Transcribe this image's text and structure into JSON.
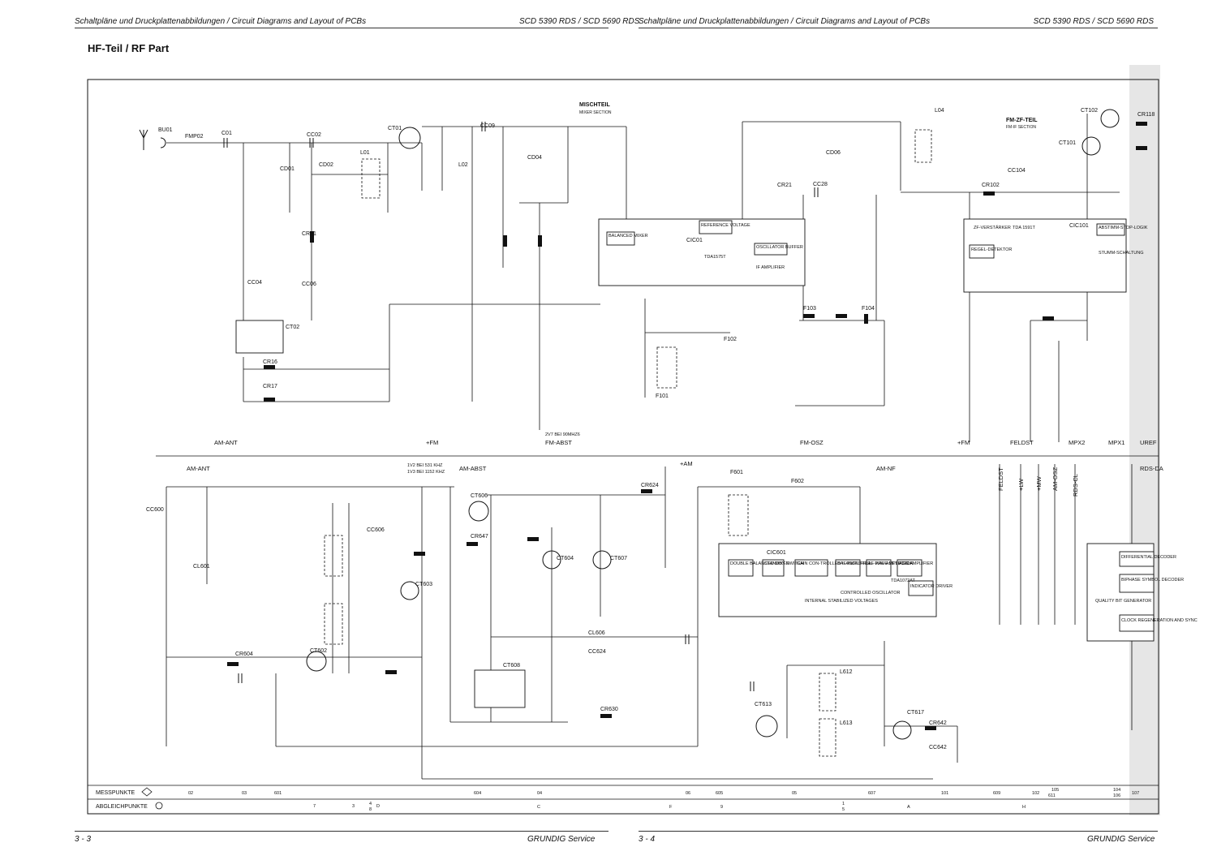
{
  "header": {
    "left_title": "Schaltpläne und Druckplattenabbildungen / Circuit Diagrams and Layout of PCBs",
    "left_model": "SCD 5390 RDS / SCD 5690 RDS",
    "right_title": "Schaltpläne und Druckplattenabbildungen / Circuit Diagrams and Layout of PCBs",
    "right_model": "SCD 5390 RDS / SCD 5690 RDS"
  },
  "title": "HF-Teil / RF Part",
  "footer": {
    "left_page": "3 - 3",
    "left_brand": "GRUNDIG Service",
    "right_page": "3 - 4",
    "right_brand": "GRUNDIG Service"
  },
  "diagram": {
    "section_labels": {
      "mixer": "MISCHTEIL",
      "mixer_sub": "MIXER SECTION",
      "fmzf": "FM-ZF-TEIL",
      "fmzf_sub": "FM-IF SECTION"
    },
    "buses_top": [
      "AM-ANT",
      "+FM",
      "FM-ABST",
      "FM-OSZ",
      "+FM",
      "FELDST",
      "MPX2",
      "MPX1",
      "UREF"
    ],
    "buses_bottom": [
      "AM-ANT",
      "AM-ABST",
      "+AM",
      "AM-NF",
      "RDS-DA"
    ],
    "vertical_buses": [
      "FELDST",
      "+LW",
      "+MW",
      "AM-OSZ",
      "RDS-CL"
    ],
    "components_top": [
      "BU01",
      "FMP02",
      "C01",
      "CC02",
      "CT01",
      "CC09",
      "L01",
      "L02",
      "CD01",
      "CD02",
      "CC04",
      "CD04",
      "CR01",
      "CC06",
      "CT02",
      "CR16",
      "CR17",
      "CIC01",
      "CR21",
      "CC28",
      "L04",
      "CD06",
      "F101",
      "F102",
      "F103",
      "F104",
      "CR102",
      "CC104",
      "CT101",
      "CT102",
      "CR118",
      "CIC101"
    ],
    "components_bottom": [
      "CC600",
      "CL601",
      "CT602",
      "CR604",
      "CC606",
      "CT603",
      "CT606",
      "CR647",
      "CT604",
      "CT607",
      "CL606",
      "CC624",
      "CT608",
      "CR624",
      "F601",
      "F602",
      "CIC601",
      "CT613",
      "L612",
      "L613",
      "CT617",
      "CR642",
      "CC642",
      "CR630"
    ],
    "ic_labels": [
      "BALANCED MIXER",
      "REFERENCE VOLTAGE",
      "OSCILLATOR BUFFER",
      "IF AMPLIFIER",
      "TDA1575T",
      "ZF-VERSTÄRKER",
      "REGEL-DETEKTOR",
      "TDA 1591T",
      "ABSTIMM-STOP-LOGIK",
      "STUMM-SCHALTUNG",
      "DOUBLE BALANCED MIXER",
      "STANDBY SWITCH",
      "GAIN CON-TROLLED IF AMPLIFIER",
      "BALANCED FULL-WAVE DETECTOR",
      "AF PRE-AMPLIFIER",
      "AGC AMPLIFIER",
      "INDICATOR DRIVER",
      "TDA1072AT",
      "CONTROLLED OSCILLATOR",
      "INTERNAL STABILIZED VOLTAGES",
      "DIFFERENTIAL DECODER",
      "BIPHASE SYMBOL DECODER",
      "QUALITY BIT GENERATOR",
      "CLOCK REGENERATION AND SYNC"
    ],
    "notes": [
      "1V2 BEI 531 KHZ",
      "1V3 BEI 1152 KHZ",
      "2V7 BEI 90MHZ6"
    ]
  },
  "table": {
    "row1_label": "MESSPUNKTE",
    "row2_label": "ABGLEICHPUNKTE",
    "mess": [
      "02",
      "03",
      "601",
      "604",
      "04",
      "06",
      "605",
      "05",
      "607",
      "101",
      "609",
      "102",
      "105",
      "611",
      "104",
      "106",
      "107"
    ],
    "abgl": [
      "7",
      "3",
      "4",
      "8",
      "D",
      "C",
      "F",
      "9",
      "1",
      "5",
      "A",
      "H"
    ]
  },
  "colors": {
    "ink": "#111111",
    "shade": "#e6e6e6"
  }
}
